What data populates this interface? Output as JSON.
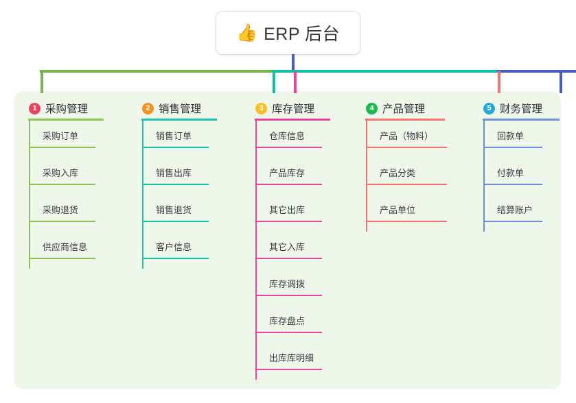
{
  "title": {
    "emoji": "👍",
    "emoji_name": "thumbs-up-icon",
    "text": "ERP 后台"
  },
  "colors": {
    "panel_bg": "#eef7e9",
    "stem": "#4b5bc0",
    "bar_green": "#79b34b",
    "bar_teal": "#11bfa1",
    "bar_blue": "#4b5bc0",
    "col1": "#8cc152",
    "col2": "#19c3ab",
    "col3": "#e8449b",
    "col4": "#f4756e",
    "col5": "#6d8fdc",
    "badge1": "#f0415e",
    "badge2": "#f5921e",
    "badge3": "#f7c020",
    "badge4": "#19b84e",
    "badge5": "#22a8e0"
  },
  "columns": [
    {
      "index": "1",
      "title": "采购管理",
      "badge_color": "#f0415e",
      "line_color": "#8cc152",
      "drop_color": "#79b34b",
      "items": [
        "采购订单",
        "采购入库",
        "采购退货",
        "供应商信息"
      ]
    },
    {
      "index": "2",
      "title": "销售管理",
      "badge_color": "#f5921e",
      "line_color": "#19c3ab",
      "drop_color": "#11bfa1",
      "items": [
        "销售订单",
        "销售出库",
        "销售退货",
        "客户信息"
      ]
    },
    {
      "index": "3",
      "title": "库存管理",
      "badge_color": "#f7c020",
      "line_color": "#e8449b",
      "drop_color": "#e8449b",
      "items": [
        "仓库信息",
        "产品库存",
        "其它出库",
        "其它入库",
        "库存调拨",
        "库存盘点",
        "出库库明细"
      ]
    },
    {
      "index": "4",
      "title": "产品管理",
      "badge_color": "#19b84e",
      "line_color": "#f4756e",
      "drop_color": "#f4756e",
      "items": [
        "产品（物料）",
        "产品分类",
        "产品单位"
      ]
    },
    {
      "index": "5",
      "title": "财务管理",
      "badge_color": "#22a8e0",
      "line_color": "#6d8fdc",
      "drop_color": "#4b5bc0",
      "items": [
        "回款单",
        "付款单",
        "结算账户"
      ]
    }
  ]
}
